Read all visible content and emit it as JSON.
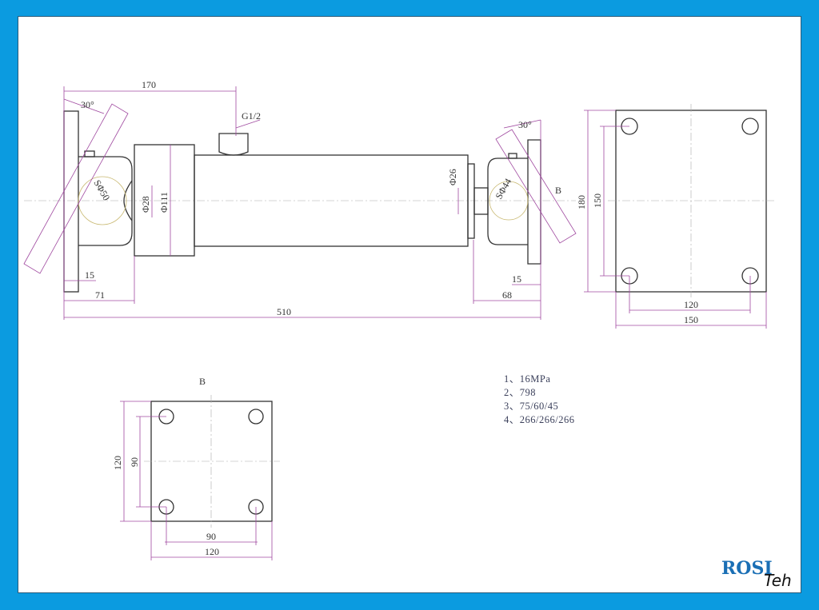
{
  "side_view": {
    "dims": {
      "d170": "170",
      "g12": "G1/2",
      "a30_left": "30°",
      "a30_right": "30°",
      "sphi50": "SΦ50",
      "phi28": "Φ28",
      "phi111": "Φ111",
      "phi26": "Φ26",
      "sphi44": "SΦ44",
      "d15_left": "15",
      "d15_right": "15",
      "d71": "71",
      "d68": "68",
      "d510": "510"
    },
    "view_marker": "B"
  },
  "end_view": {
    "d180": "180",
    "d150v": "150",
    "d120": "120",
    "d150h": "150"
  },
  "b_view": {
    "label": "B",
    "d120v": "120",
    "d90v": "90",
    "d90h": "90",
    "d120h": "120"
  },
  "notes": [
    "1、16MPa",
    "2、798",
    "3、75/60/45",
    "4、266/266/266"
  ],
  "logo": {
    "brand": "ROSI",
    "suffix": "Teh"
  },
  "colors": {
    "frame": "#0b9be0",
    "dimension": "#a04aa0",
    "logo": "#1a6fb5"
  }
}
